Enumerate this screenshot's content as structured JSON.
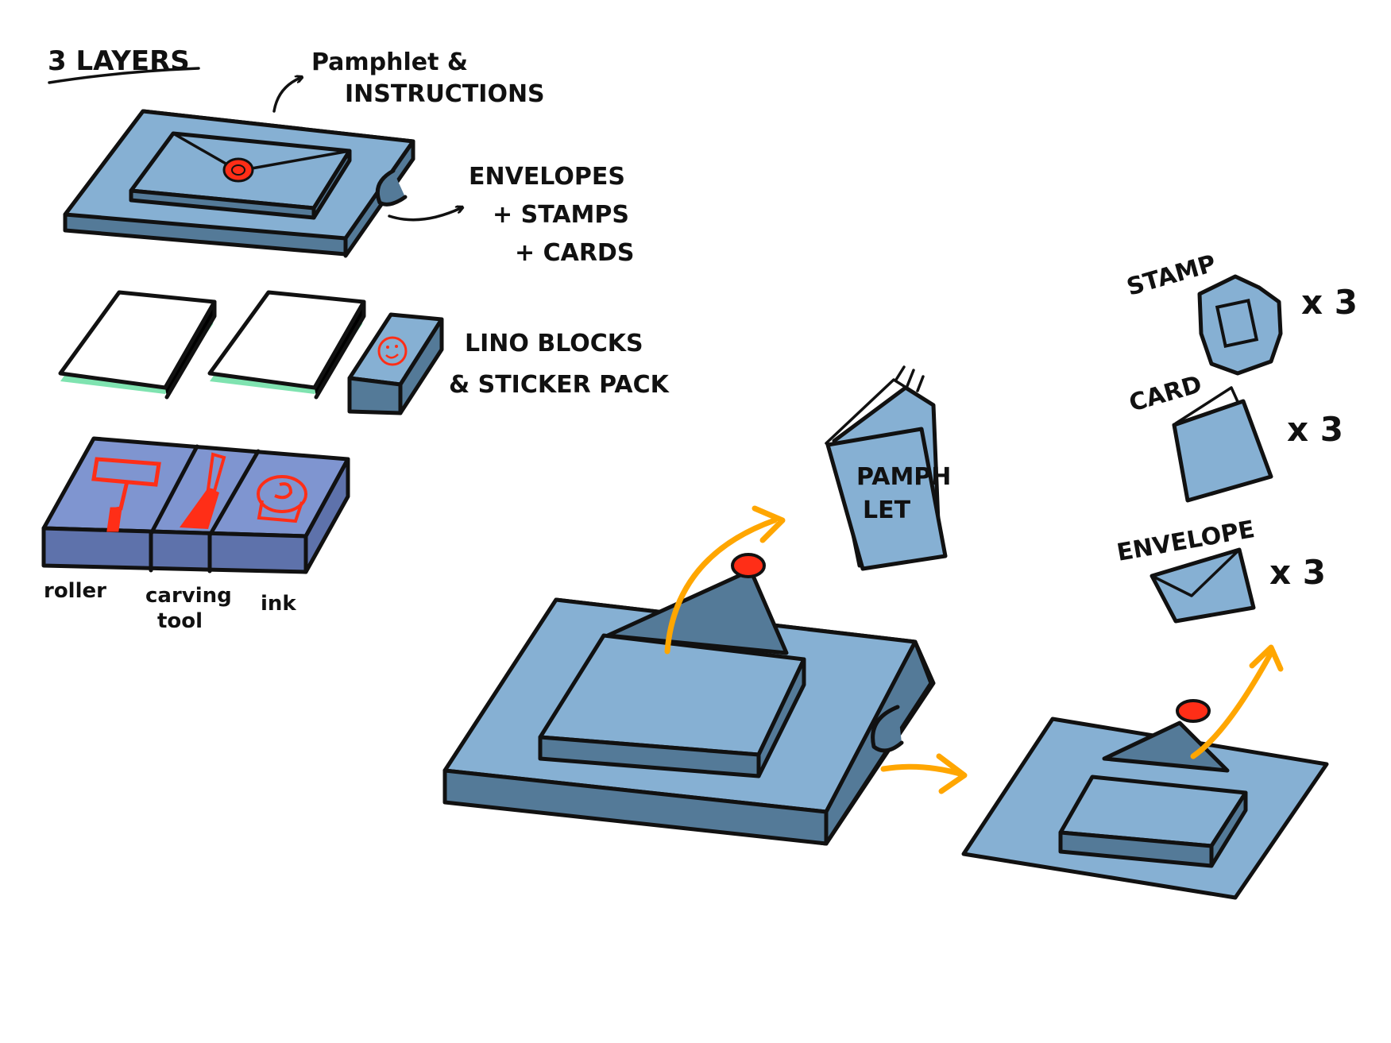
{
  "heading": "3 LAYERS",
  "labels": {
    "pamphlet_instructions_1": "Pamphlet &",
    "pamphlet_instructions_2": "INSTRUCTIONS",
    "envelopes_1": "ENVELOPES",
    "envelopes_2": "+ STAMPS",
    "envelopes_3": "+ CARDS",
    "lino_1": "LINO BLOCKS",
    "lino_2": "& STICKER PACK",
    "roller": "roller",
    "carving_1": "carving",
    "carving_2": "tool",
    "ink": "ink",
    "pamphlet_1": "PAMPH",
    "pamphlet_2": "LET",
    "stamp": "STAMP",
    "card": "CARD",
    "envelope": "ENVELOPE",
    "qty_stamp": "x 3",
    "qty_card": "x 3",
    "qty_envelope": "x 3"
  },
  "colors": {
    "box_blue": "#86b0d3",
    "box_dark": "#547a98",
    "tool_panel": "#7f95d0",
    "tool_side": "#5e72ab",
    "accent_red": "#ff2e17",
    "arrow_orange": "#ffa600",
    "lino_green": "#7fe3b0",
    "outline": "#111111"
  }
}
